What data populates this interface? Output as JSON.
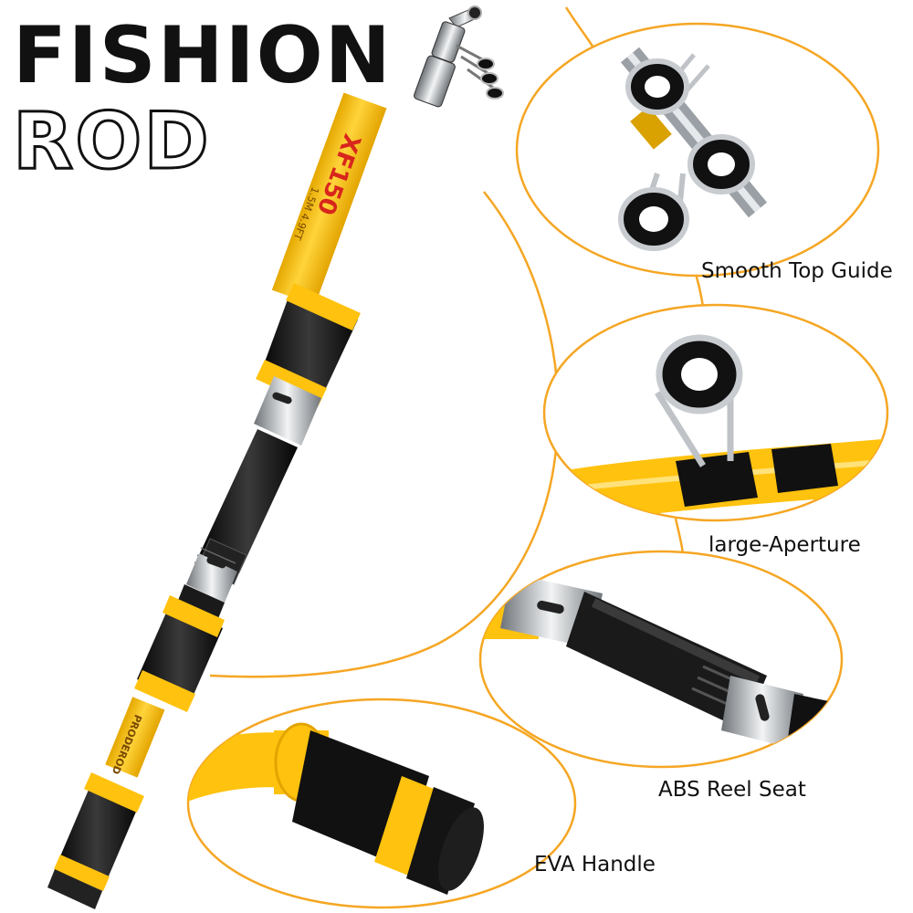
{
  "header": {
    "title_line1": "FISHION",
    "title_line2": "ROD"
  },
  "rod": {
    "model_label": "XF150",
    "spec_label": "1.5M 4.9FT",
    "brand_label": "PRODEROD"
  },
  "callouts": [
    {
      "label": "Smooth Top Guide"
    },
    {
      "label": "large-Aperture"
    },
    {
      "label": "ABS Reel Seat"
    },
    {
      "label": "EVA Handle"
    }
  ],
  "colors": {
    "accent": "#F5A623",
    "rod_yellow": "#FFC20E",
    "foam_black": "#141414",
    "metal": "#BFC3C7",
    "text": "#111111"
  },
  "icons": [
    "fishing-rod-illustration",
    "rod-guide-ring-icon",
    "reel-seat-icon",
    "eva-grip-icon"
  ]
}
